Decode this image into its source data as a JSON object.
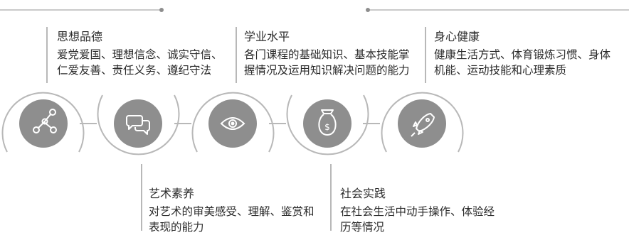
{
  "colors": {
    "ring": "#b8b8b8",
    "circle": "#8e8e8e",
    "icon": "#ffffff",
    "text": "#2b2b2b"
  },
  "items": [
    {
      "title": "思想品德",
      "lines": [
        "爱党爱国、理想信念、诚实守信、",
        "仁爱友善、责任义务、遵纪守法"
      ],
      "icon": "share-network-icon"
    },
    {
      "title": "艺术素养",
      "lines": [
        "对艺术的审美感受、理解、鉴赏和",
        "表现的能力"
      ],
      "icon": "chat-bubbles-icon"
    },
    {
      "title": "学业水平",
      "lines": [
        "各门课程的基础知识、基本技能掌",
        "握情况及运用知识解决问题的能力"
      ],
      "icon": "eye-icon"
    },
    {
      "title": "社会实践",
      "lines": [
        "在社会生活中动手操作、体验经",
        "历等情况"
      ],
      "icon": "money-bag-icon"
    },
    {
      "title": "身心健康",
      "lines": [
        "健康生活方式、体育锻炼习惯、身体",
        "机能、运动技能和心理素质"
      ],
      "icon": "rocket-icon"
    }
  ]
}
